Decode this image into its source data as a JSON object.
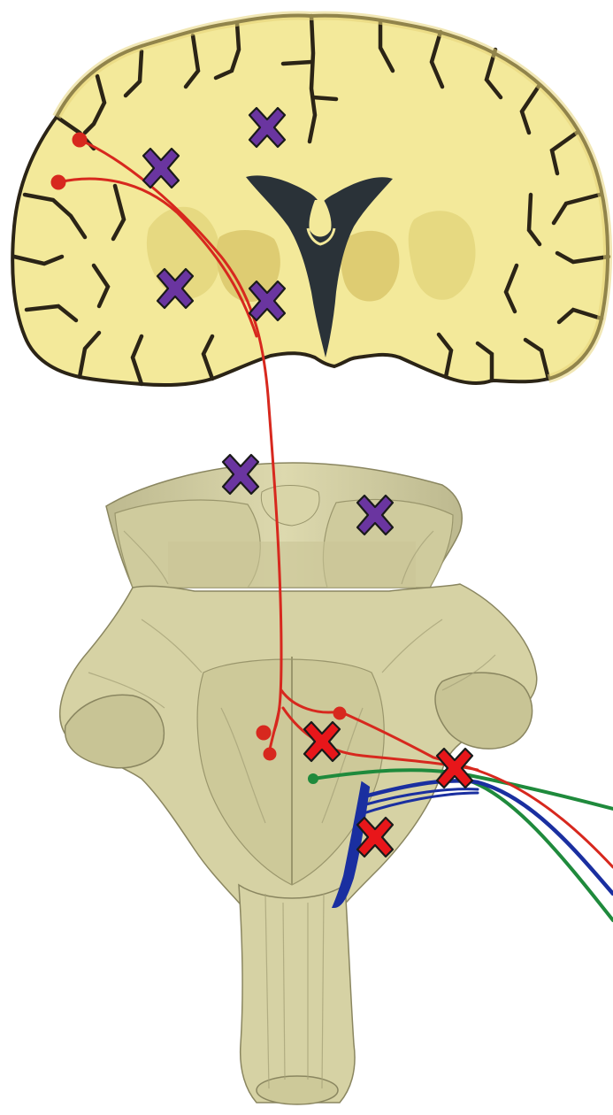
{
  "diagram": {
    "colors": {
      "background": "#ffffff",
      "cerebrum_fill": "#f3e99a",
      "cerebrum_outline": "#2b2416",
      "cerebrum_inner": "#d8c970",
      "ventricle": "#2a3238",
      "brainstem_fill": "#d6d2a4",
      "brainstem_shadow": "#a8a47a",
      "brainstem_line": "#8a8660",
      "motor_tract": "#d7281e",
      "nerve_green": "#1f8a3c",
      "nerve_blue": "#1a2fa0",
      "marker_purple": "#6a35a0",
      "marker_red": "#e8161a",
      "marker_outline": "#1a1a1a"
    },
    "markers": [
      {
        "name": "lesion-marker-cortex-top",
        "color": "purple"
      },
      {
        "name": "lesion-marker-cortex-left",
        "color": "purple"
      },
      {
        "name": "lesion-marker-internal-capsule-left",
        "color": "purple"
      },
      {
        "name": "lesion-marker-internal-capsule-genu",
        "color": "purple"
      },
      {
        "name": "lesion-marker-midbrain-left",
        "color": "purple"
      },
      {
        "name": "lesion-marker-midbrain-right",
        "color": "purple"
      },
      {
        "name": "lesion-marker-pons-nucleus",
        "color": "red"
      },
      {
        "name": "lesion-marker-nerve-exit",
        "color": "red"
      },
      {
        "name": "lesion-marker-medulla-nucleus",
        "color": "red"
      }
    ]
  }
}
